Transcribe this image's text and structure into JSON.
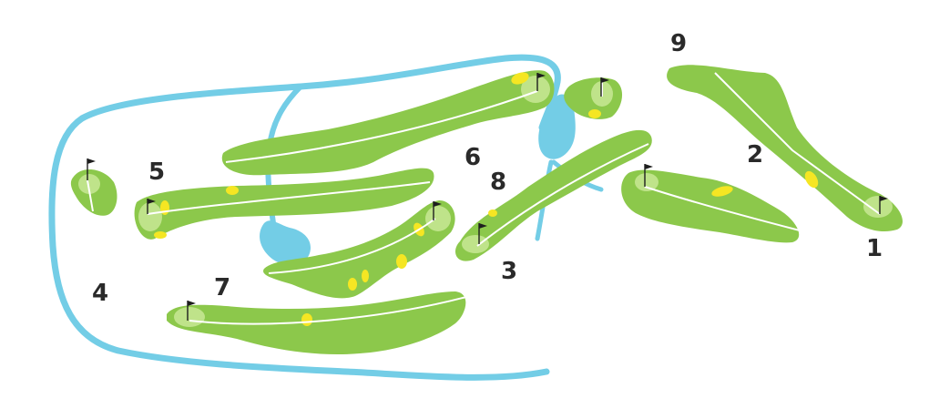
{
  "colors": {
    "fairway": "#8cc84b",
    "green": "#bfe38a",
    "bunker": "#f5e623",
    "water": "#73cde6"
  },
  "holes": [
    {
      "number": "1"
    },
    {
      "number": "2"
    },
    {
      "number": "3"
    },
    {
      "number": "4"
    },
    {
      "number": "5"
    },
    {
      "number": "6"
    },
    {
      "number": "7"
    },
    {
      "number": "8"
    },
    {
      "number": "9"
    }
  ],
  "icons": {
    "flag": "flag-icon"
  }
}
